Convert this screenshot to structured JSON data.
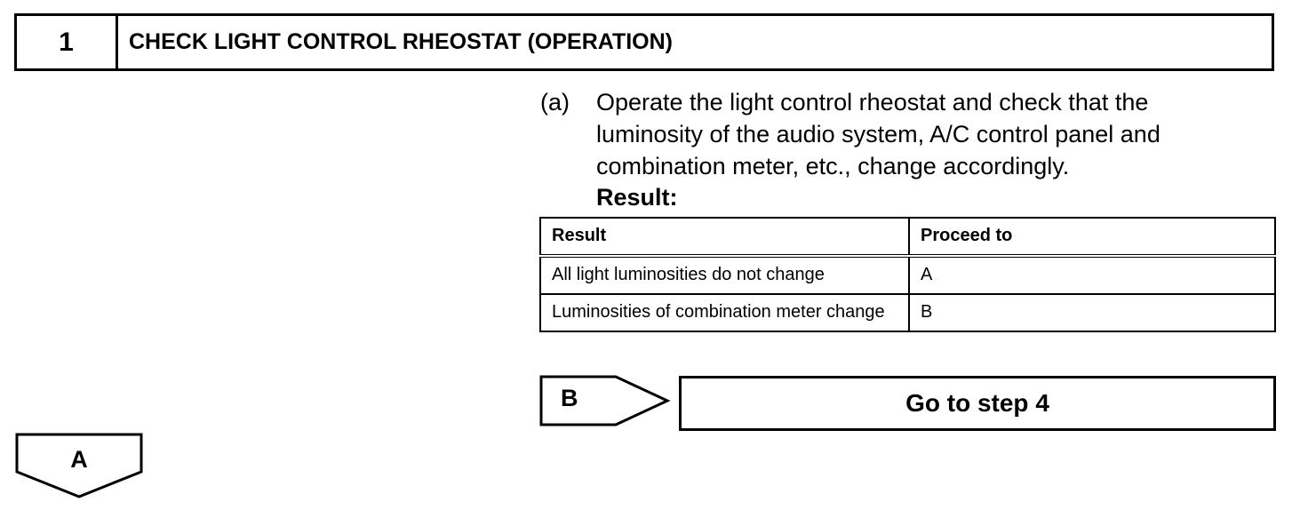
{
  "step": {
    "number": "1",
    "title": "CHECK LIGHT CONTROL RHEOSTAT (OPERATION)"
  },
  "instruction": {
    "marker": "(a)",
    "text": "Operate the light control rheostat and check that the luminosity of the audio system, A/C control panel and combination meter, etc., change accordingly."
  },
  "result_label": "Result:",
  "result_table": {
    "headers": [
      "Result",
      "Proceed to"
    ],
    "rows": [
      [
        "All light luminosities do not change",
        "A"
      ],
      [
        "Luminosities of combination meter change",
        "B"
      ]
    ]
  },
  "routes": {
    "b_label": "B",
    "b_action": "Go to step 4",
    "a_label": "A"
  }
}
